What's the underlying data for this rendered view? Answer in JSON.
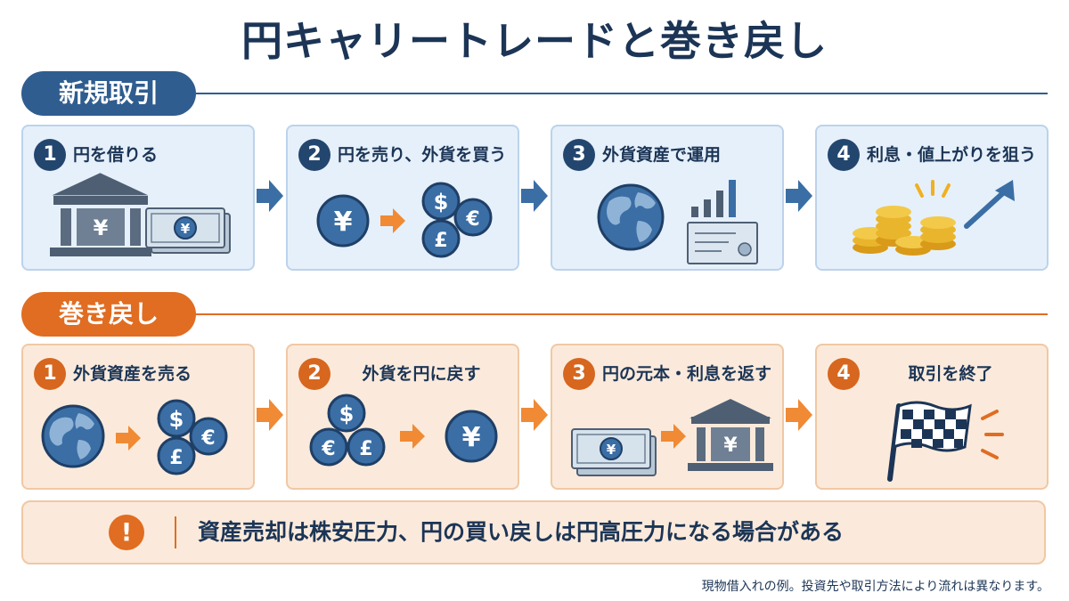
{
  "title": "円キャリートレードと巻き戻し",
  "colors": {
    "navy": "#23466f",
    "blue_accent": "#3a6ea5",
    "orange": "#e06d22",
    "blue_bg": "#e6f0fa",
    "orange_bg": "#fbeadb"
  },
  "sections": [
    {
      "label": "新規取引",
      "steps": [
        {
          "num": "1",
          "title": "円を借りる",
          "icons": [
            "bank-yen-icon",
            "yen-banknote-icon"
          ]
        },
        {
          "num": "2",
          "title": "円を売り、外貨を買う",
          "icons": [
            "yen-coin-icon",
            "arrow-right-icon",
            "dollar-coin-icon",
            "euro-coin-icon",
            "pound-coin-icon"
          ],
          "coin_labels": {
            "yen": "¥",
            "dollar": "$",
            "euro": "€",
            "pound": "£"
          }
        },
        {
          "num": "3",
          "title": "外貨資産で運用",
          "icons": [
            "globe-icon",
            "bar-chart-icon",
            "certificate-icon"
          ]
        },
        {
          "num": "4",
          "title": "利息・値上がりを狙う",
          "icons": [
            "coin-stack-icon",
            "sparkle-icon",
            "trend-up-arrow-icon"
          ]
        }
      ]
    },
    {
      "label": "巻き戻し",
      "steps": [
        {
          "num": "1",
          "title": "外貨資産を売る",
          "icons": [
            "globe-icon",
            "arrow-right-icon",
            "dollar-coin-icon",
            "euro-coin-icon",
            "pound-coin-icon"
          ]
        },
        {
          "num": "2",
          "title": "外貨を円に戻す",
          "icons": [
            "dollar-coin-icon",
            "euro-coin-icon",
            "pound-coin-icon",
            "arrow-right-icon",
            "yen-coin-icon"
          ]
        },
        {
          "num": "3",
          "title": "円の元本・利息を返す",
          "icons": [
            "yen-banknote-icon",
            "arrow-right-icon",
            "bank-yen-icon"
          ]
        },
        {
          "num": "4",
          "title": "取引を終了",
          "icons": [
            "checkered-flag-icon",
            "sparkle-icon"
          ]
        }
      ]
    }
  ],
  "warning": {
    "icon": "exclamation-icon",
    "mark": "!",
    "text": "資産売却は株安圧力、円の買い戻しは円高圧力になる場合がある"
  },
  "footnote": "現物借入れの例。投資先や取引方法により流れは異なります。"
}
